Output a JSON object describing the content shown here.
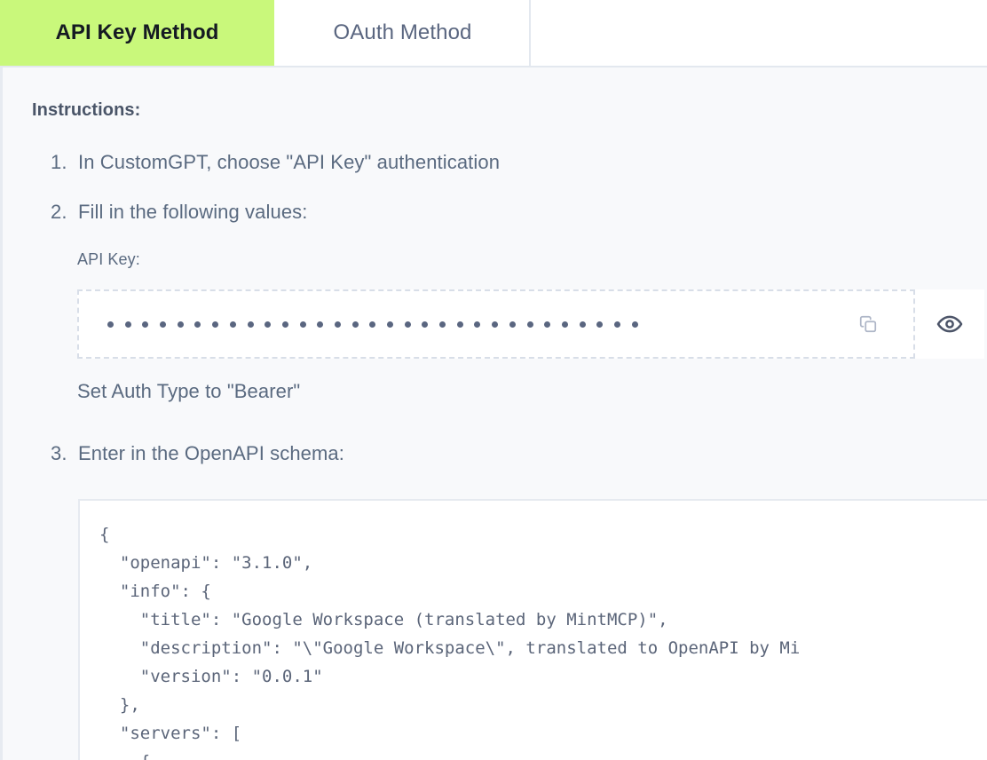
{
  "tabs": [
    {
      "label": "API Key Method",
      "active": true
    },
    {
      "label": "OAuth Method",
      "active": false
    }
  ],
  "instructions": {
    "heading": "Instructions:",
    "steps": [
      {
        "num": "1.",
        "text": "In CustomGPT, choose \"API Key\" authentication"
      },
      {
        "num": "2.",
        "text": "Fill in the following values:"
      },
      {
        "num": "3.",
        "text": "Enter in the OpenAPI schema:"
      }
    ],
    "api_key_label": "API Key:",
    "api_key_masked_value": "•••••••••••••••••••••••••••••••",
    "api_key_dot_count": 31,
    "auth_note": "Set Auth Type to \"Bearer\""
  },
  "icons": {
    "copy": "copy-icon",
    "eye": "eye-icon"
  },
  "colors": {
    "active_tab": "#c9f87b",
    "page_background": "#f8f9fb",
    "text": "#5a6a80",
    "heading": "#4a5568",
    "code_text": "#5b6579",
    "border": "#e3e8ef"
  },
  "code_block": {
    "language": "json",
    "content": "{\n  \"openapi\": \"3.1.0\",\n  \"info\": {\n    \"title\": \"Google Workspace (translated by MintMCP)\",\n    \"description\": \"\\\"Google Workspace\\\", translated to OpenAPI by Mi\n    \"version\": \"0.0.1\"\n  },\n  \"servers\": [\n    {"
  }
}
